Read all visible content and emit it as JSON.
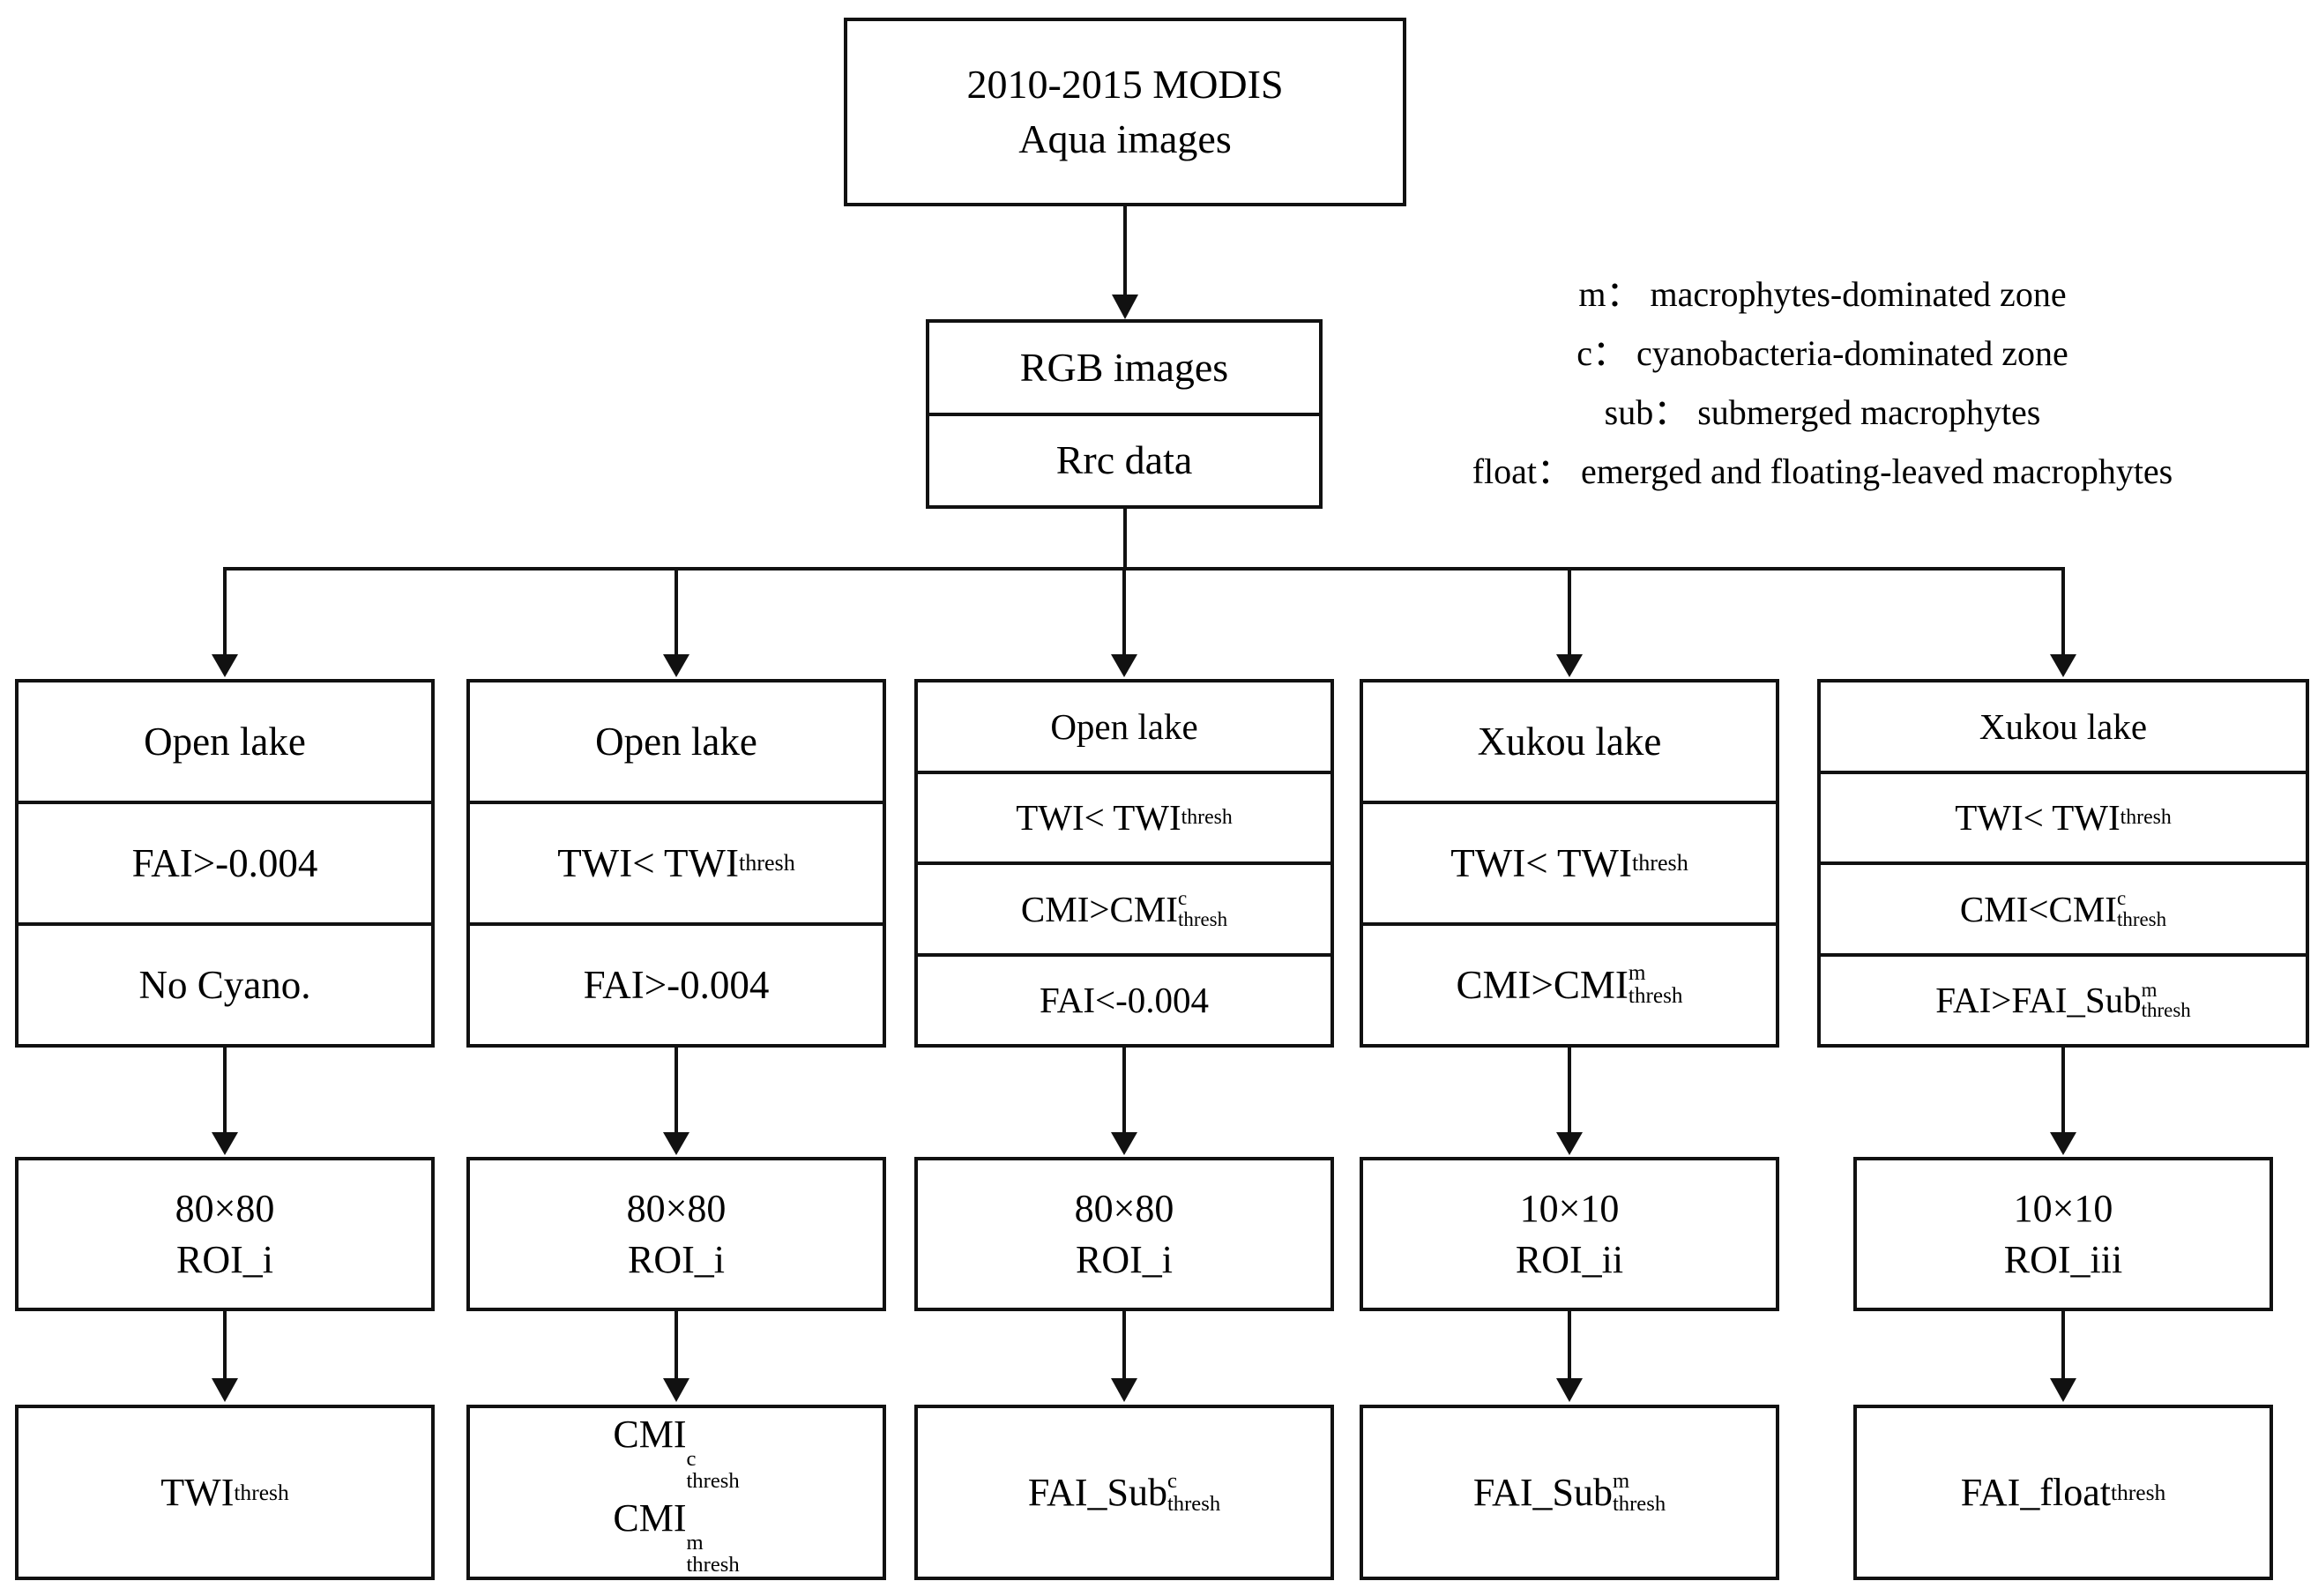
{
  "diagram": {
    "top_box": {
      "lines": [
        "2010-2015 MODIS",
        "Aqua images"
      ]
    },
    "source_box": {
      "rows": [
        "RGB images",
        "Rrc data"
      ]
    },
    "legend": {
      "items": [
        "m：  macrophytes-dominated zone",
        "c：  cyanobacteria-dominated zone",
        "sub：  submerged macrophytes",
        "float：  emerged and floating-leaved macrophytes"
      ]
    },
    "columns": [
      {
        "conditions": [
          "Open lake",
          "FAI>-0.004",
          "No Cyano."
        ],
        "roi": [
          "80×80",
          "ROI_i"
        ],
        "result": [
          "TWI_{thresh}"
        ]
      },
      {
        "conditions": [
          "Open lake",
          "TWI< TWI_{thresh}",
          "FAI>-0.004"
        ],
        "roi": [
          "80×80",
          "ROI_i"
        ],
        "result": [
          "CMI^{c}_{thresh}",
          "CMI^{m}_{thresh}"
        ]
      },
      {
        "conditions": [
          "Open lake",
          "TWI< TWI_{thresh}",
          "CMI>CMI^{c}_{thresh}",
          "FAI<-0.004"
        ],
        "roi": [
          "80×80",
          "ROI_i"
        ],
        "result": [
          "FAI_Sub^{c}_{thresh}"
        ]
      },
      {
        "conditions": [
          "Xukou lake",
          "TWI< TWI_{thresh}",
          "CMI>CMI^{m}_{thresh}"
        ],
        "roi": [
          "10×10",
          "ROI_ii"
        ],
        "result": [
          "FAI_Sub^{m}_{thresh}"
        ]
      },
      {
        "conditions": [
          "Xukou lake",
          "TWI< TWI_{thresh}",
          "CMI<CMI^{c}_{thresh}",
          "FAI>FAI_Sub^{m}_{thresh}"
        ],
        "roi": [
          "10×10",
          "ROI_iii"
        ],
        "result": [
          "FAI_float_{thresh}"
        ]
      }
    ]
  },
  "colors": {
    "line": "#111111",
    "background": "#ffffff",
    "text": "#000000"
  }
}
